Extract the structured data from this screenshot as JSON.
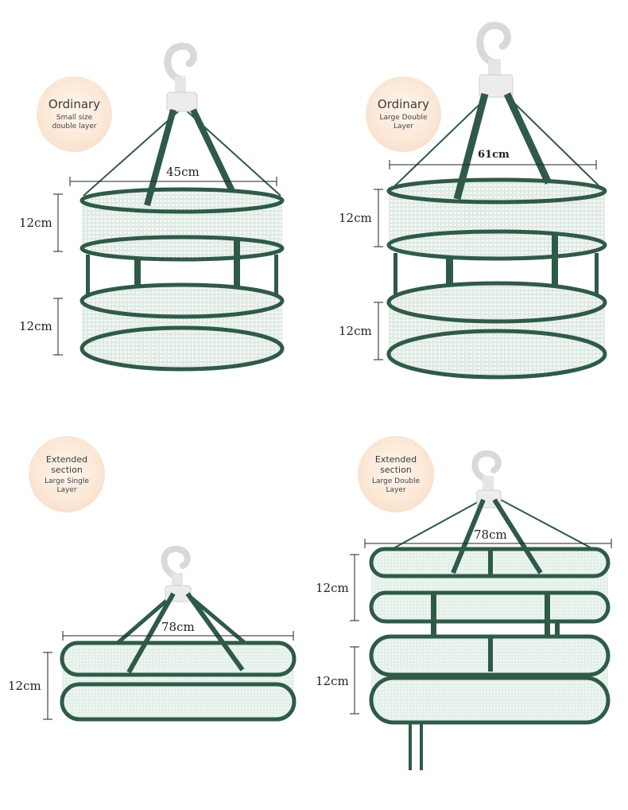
{
  "panels": [
    {
      "badge_title": "Ordinary",
      "badge_subtitle": "Small size double layer",
      "width_label": "45cm",
      "height_labels": [
        "12cm",
        "12cm"
      ]
    },
    {
      "badge_title": "Ordinary",
      "badge_subtitle": "Large Double Layer",
      "width_label": "61cm",
      "height_labels": [
        "12cm",
        "12cm"
      ]
    },
    {
      "badge_title": "Extended section",
      "badge_subtitle": "Large Single Layer",
      "width_label": "78cm",
      "height_labels": [
        "12cm"
      ]
    },
    {
      "badge_title": "Extended section",
      "badge_subtitle": "Large Double Layer",
      "width_label": "78cm",
      "height_labels": [
        "12cm",
        "12cm"
      ]
    }
  ],
  "colors": {
    "frame": "#2f5a47",
    "mesh": "#e8f1ec",
    "badge": "#f8dcc4",
    "hook": "#e6e6e6"
  }
}
